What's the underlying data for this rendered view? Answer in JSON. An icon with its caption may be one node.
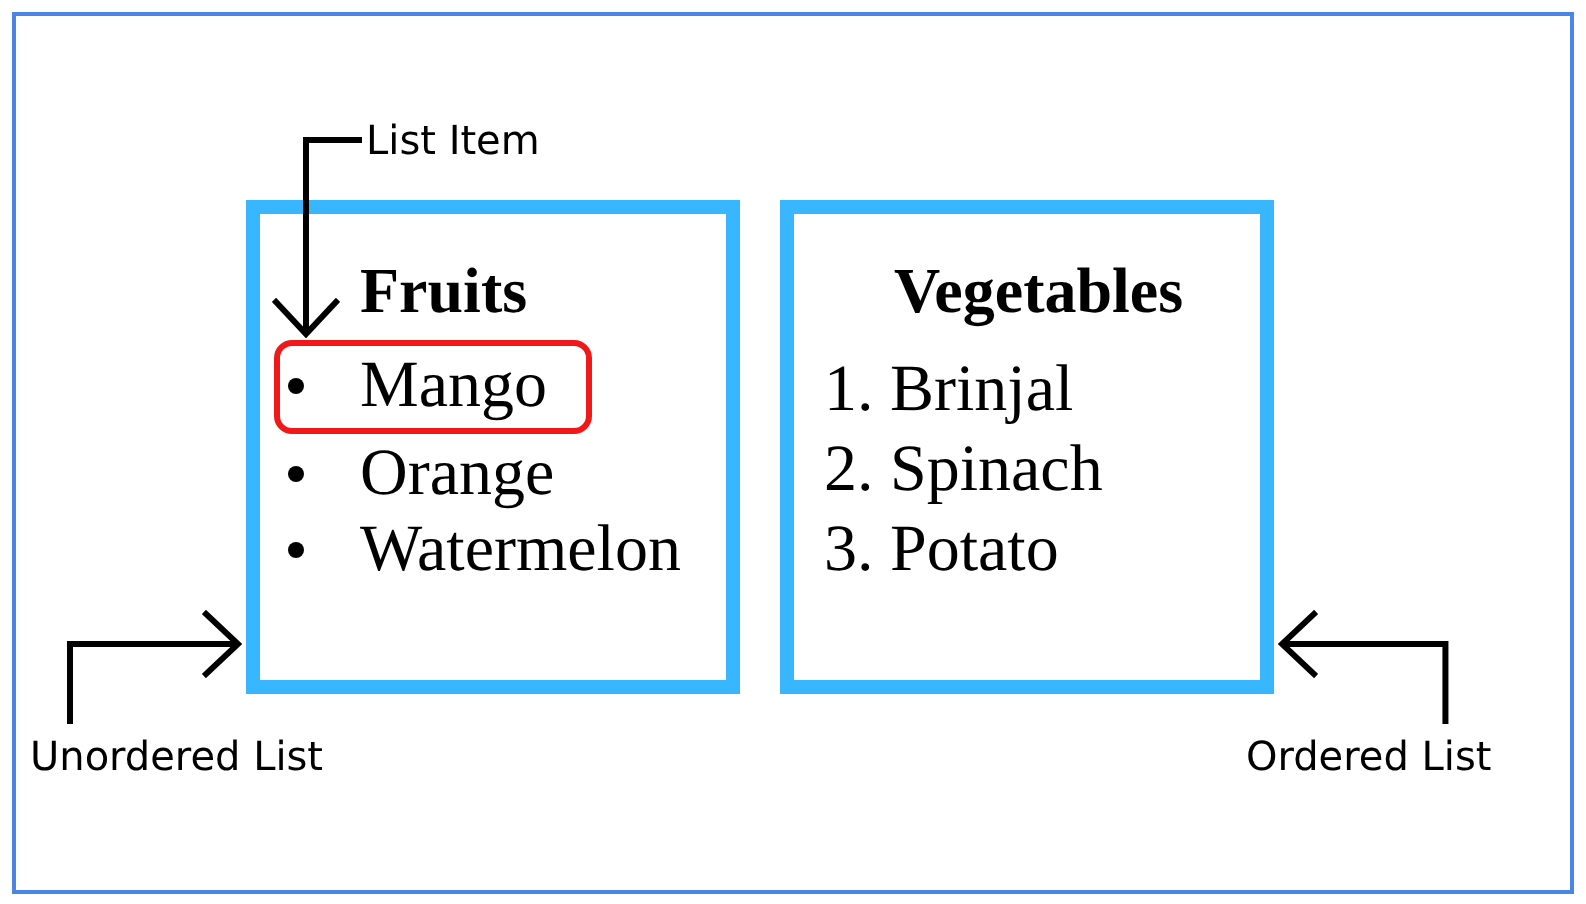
{
  "diagram": {
    "nodes": [
      {
        "text": [
          "List Item"
        ]
      },
      {
        "text": [
          "Fruits",
          "Orange",
          "Watermelon"
        ]
      },
      {
        "text": [
          "Mango"
        ],
        "in": 1
      },
      {
        "text": [
          "Vegetables",
          "1. Brinjal",
          "2. Spinach",
          "3. Potato"
        ]
      },
      {
        "text": [
          "Unordered List"
        ]
      },
      {
        "text": [
          "Ordered List"
        ]
      }
    ],
    "edges": [
      {
        "from": 0,
        "to": 2,
        "arrow": "to"
      },
      {
        "from": 4,
        "to": 1,
        "arrow": "to"
      },
      {
        "from": 5,
        "to": 3,
        "arrow": "to"
      }
    ]
  }
}
